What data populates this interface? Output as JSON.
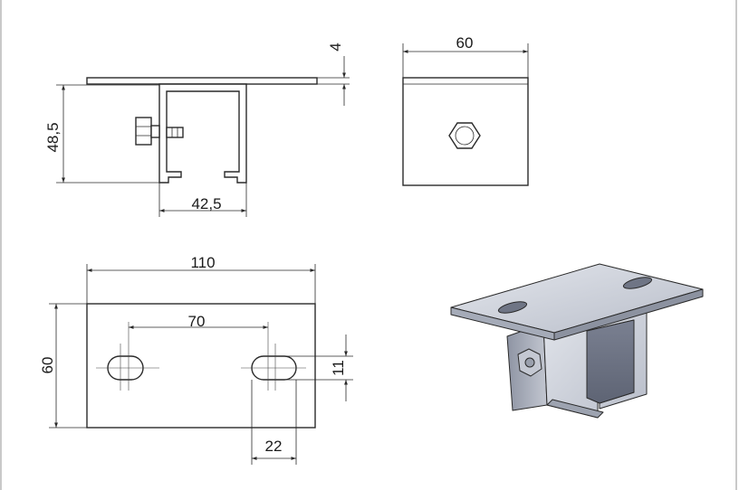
{
  "dimensions": {
    "front_height": "48,5",
    "front_width": "42,5",
    "plate_thickness": "4",
    "side_width": "60",
    "plate_length": "110",
    "plate_width": "60",
    "slot_spacing": "70",
    "slot_width": "11",
    "slot_length": "22"
  },
  "colors": {
    "line": "#2a2a2a",
    "steel_light": "#d6d9e0",
    "steel_mid": "#a9aebb",
    "steel_dark": "#6f7585"
  }
}
